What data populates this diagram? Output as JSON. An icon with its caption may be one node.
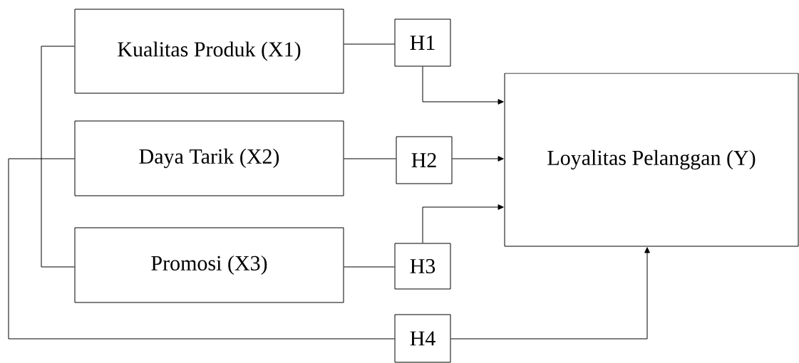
{
  "diagram": {
    "nodes": [
      {
        "text": [
          "Kualitas Produk (X1)"
        ]
      },
      {
        "text": [
          "Daya Tarik (X2)"
        ]
      },
      {
        "text": [
          "Promosi (X3)"
        ]
      },
      {
        "text": [
          "H1"
        ]
      },
      {
        "text": [
          "H2"
        ]
      },
      {
        "text": [
          "H3"
        ]
      },
      {
        "text": [
          "H4"
        ]
      },
      {
        "text": [
          "Loyalitas Pelanggan (Y)"
        ]
      }
    ],
    "edges": [
      {
        "from": 0,
        "to": 3,
        "arrow": "none"
      },
      {
        "from": 3,
        "to": 7,
        "arrow": "to"
      },
      {
        "from": 1,
        "to": 4,
        "arrow": "none"
      },
      {
        "from": 4,
        "to": 7,
        "arrow": "to"
      },
      {
        "from": 2,
        "to": 5,
        "arrow": "none"
      },
      {
        "from": 5,
        "to": 7,
        "arrow": "to"
      },
      {
        "from": 0,
        "to": 6,
        "arrow": "none"
      },
      {
        "from": 1,
        "to": 6,
        "arrow": "none"
      },
      {
        "from": 2,
        "to": 6,
        "arrow": "none"
      },
      {
        "from": 6,
        "to": 7,
        "arrow": "to"
      }
    ]
  }
}
